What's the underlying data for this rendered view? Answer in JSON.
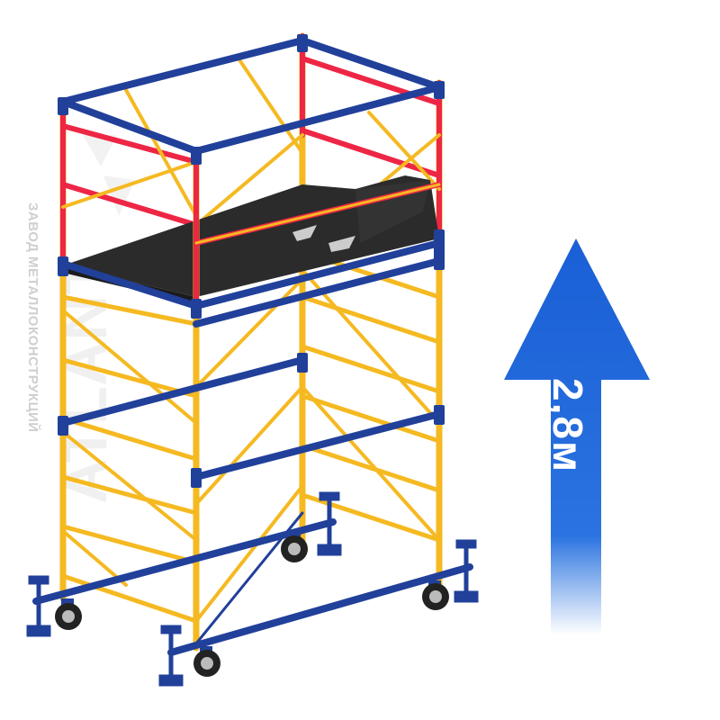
{
  "watermark": {
    "brand_text": "ATLANT",
    "tagline": "ЗАВОД МЕТАЛЛОКОНСТРУКЦИЙ"
  },
  "height_indicator": {
    "label": "2,8м"
  },
  "colors": {
    "frame_yellow": "#f5b921",
    "frame_blue": "#21409a",
    "guardrail_red": "#ee2645",
    "platform": "#2b2b2b",
    "arrow_blue": "#1a5fd6"
  }
}
